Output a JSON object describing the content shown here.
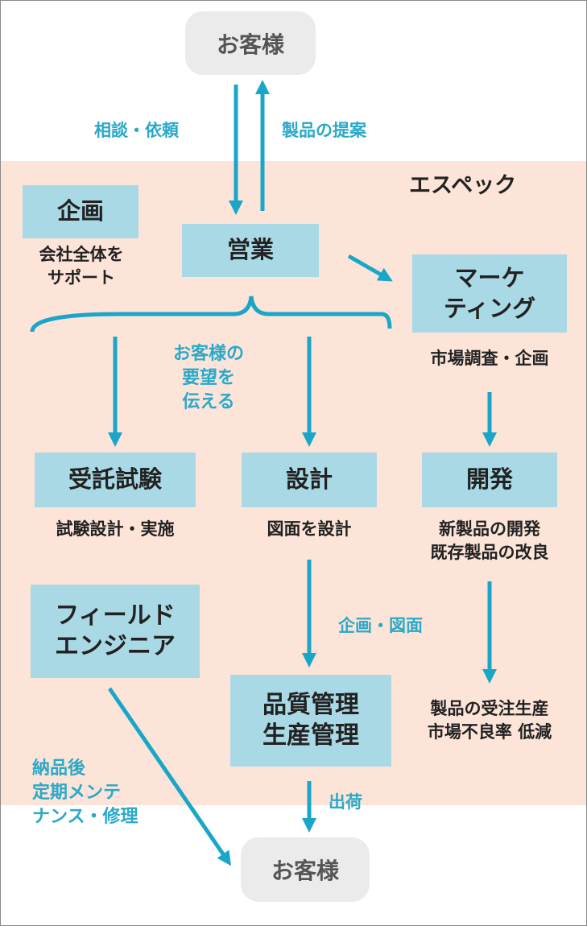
{
  "colors": {
    "arrow": "#1aa6c9",
    "box_fill": "#aad9e6",
    "company_band": "#fce4d8",
    "customer_fill": "#ebebeb",
    "dark_text": "#222222",
    "blue_text": "#2aa9c8"
  },
  "customer_top": "お客様",
  "customer_bottom": "お客様",
  "company_name": "エスペック",
  "flows": {
    "consult_request": "相談・依頼",
    "product_proposal": "製品の提案",
    "convey_needs": "お客様の\n要望を\n伝える",
    "plan_drawing": "企画・図面",
    "shipment": "出荷",
    "after_delivery": "納品後\n定期メンテ\nナンス・修理"
  },
  "boxes": {
    "planning": "企画",
    "sales": "営業",
    "marketing": "マーケ\nティング",
    "contract_testing": "受託試験",
    "design": "設計",
    "development": "開発",
    "field_engineer": "フィールド\nエンジニア",
    "quality_production": "品質管理\n生産管理"
  },
  "captions": {
    "planning": "会社全体を\nサポート",
    "marketing": "市場調査・企画",
    "contract_testing": "試験設計・実施",
    "design": "図面を設計",
    "development": "新製品の開発\n既存製品の改良",
    "quality_production": "製品の受注生産\n市場不良率 低減"
  }
}
